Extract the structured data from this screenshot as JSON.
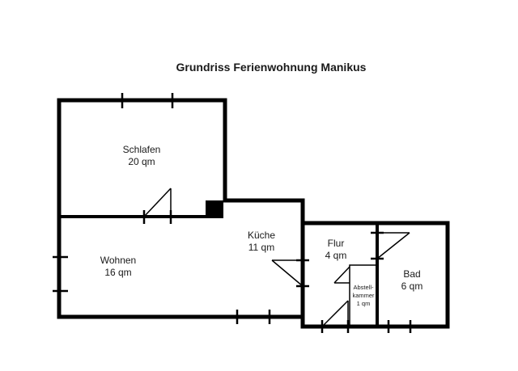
{
  "title": "Grundriss Ferienwohnung Manikus",
  "rooms": {
    "schlafen": {
      "name": "Schlafen",
      "area": "20 qm"
    },
    "wohnen": {
      "name": "Wohnen",
      "area": "16 qm"
    },
    "kueche": {
      "name": "Küche",
      "area": "11 qm"
    },
    "flur": {
      "name": "Flur",
      "area": "4 qm"
    },
    "bad": {
      "name": "Bad",
      "area": "6 qm"
    },
    "abstellkammer": {
      "name_line1": "Abstell-",
      "name_line2": "kammer",
      "area": "1 qm"
    }
  },
  "colors": {
    "walls": "#000000",
    "text": "#1a1a1a",
    "background": "#ffffff"
  }
}
